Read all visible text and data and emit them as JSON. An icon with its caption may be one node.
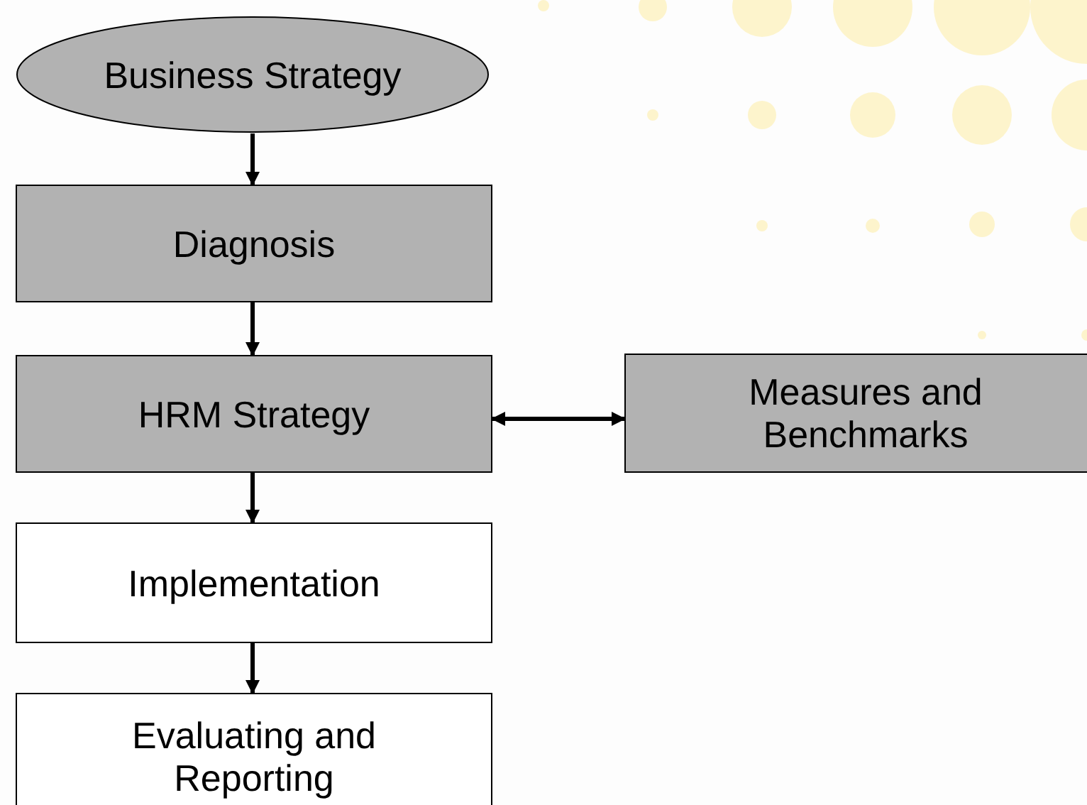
{
  "diagram": {
    "nodes": [
      {
        "text": [
          "Business Strategy"
        ]
      },
      {
        "text": [
          "Diagnosis"
        ]
      },
      {
        "text": [
          "HRM Strategy"
        ]
      },
      {
        "text": [
          "Measures and Benchmarks"
        ]
      },
      {
        "text": [
          "Implementation"
        ]
      },
      {
        "text": [
          "Evaluating and Reporting"
        ]
      }
    ],
    "edges": [
      {
        "from": 0,
        "to": 1,
        "arrow": "to"
      },
      {
        "from": 1,
        "to": 2,
        "arrow": "to"
      },
      {
        "from": 2,
        "to": 3,
        "arrow": "both"
      },
      {
        "from": 2,
        "to": 4,
        "arrow": "to"
      },
      {
        "from": 4,
        "to": 5,
        "arrow": "to"
      }
    ]
  }
}
